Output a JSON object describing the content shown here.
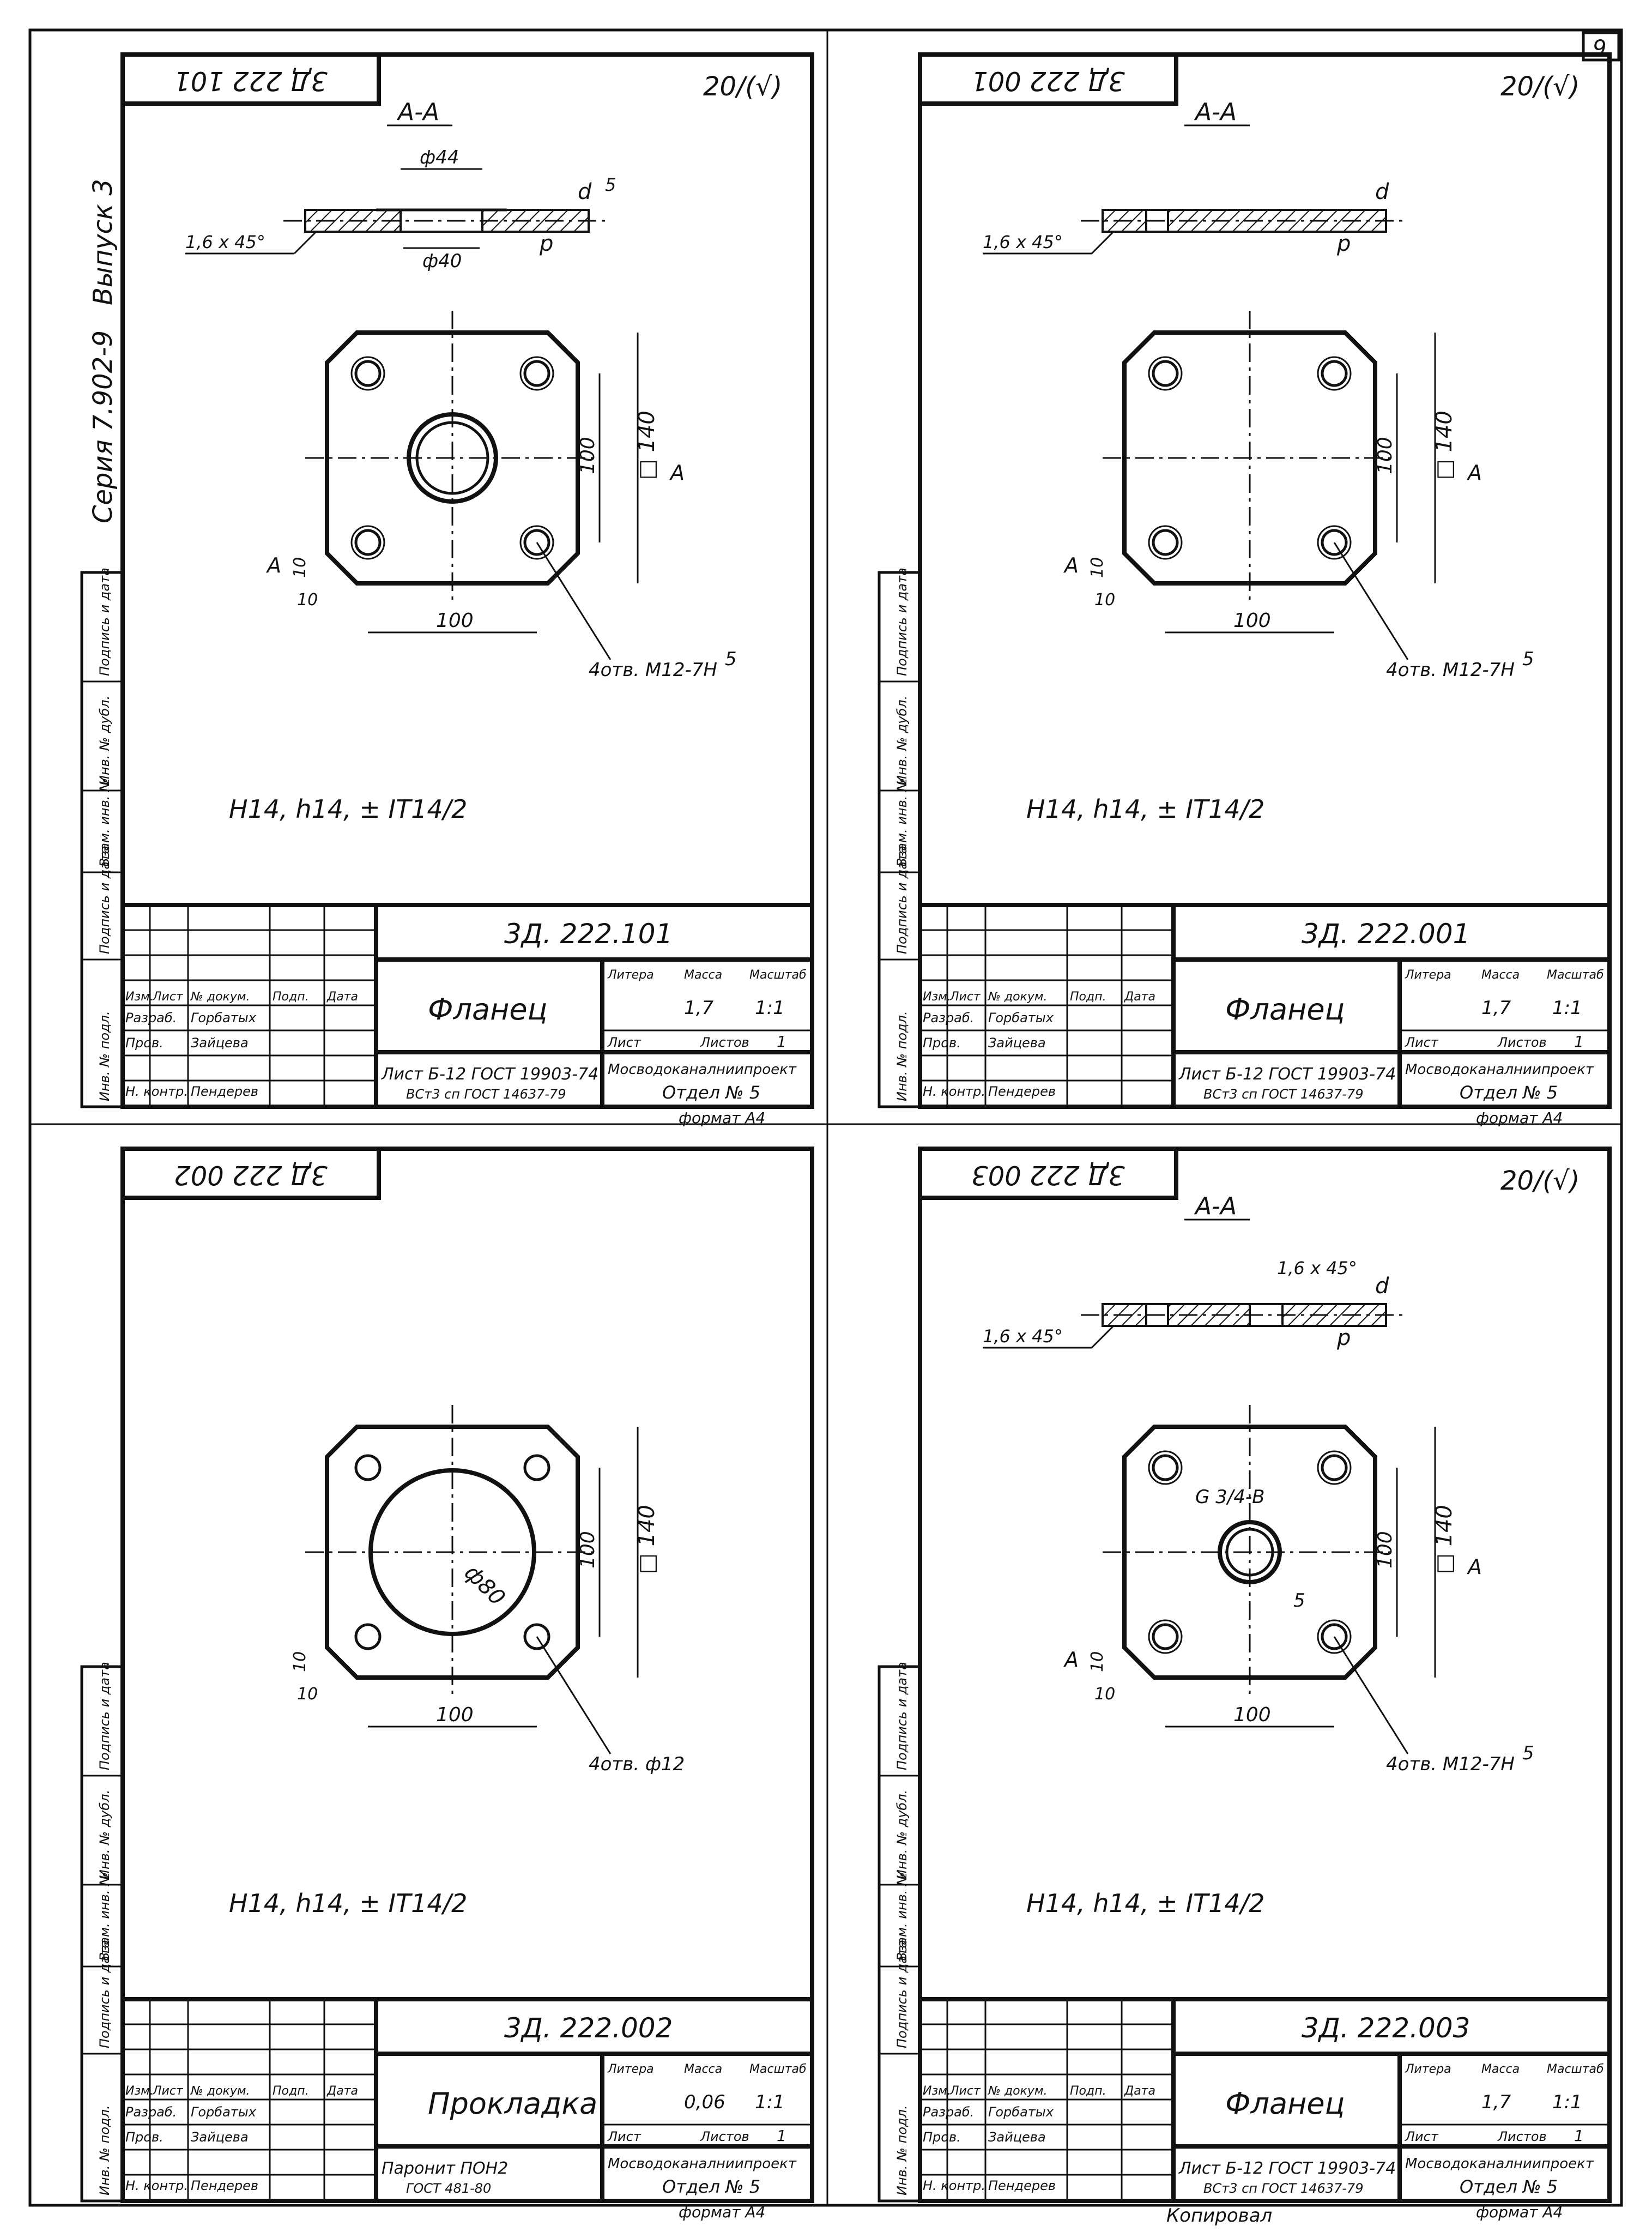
{
  "page_number": "9",
  "series_vertical": "Серия 7.902-9",
  "issue_vertical": "Выпуск 3",
  "side_stamp_labels": [
    "Инв. № подл.",
    "Подпись и дата",
    "Взам. инв. №",
    "Инв. № дубл.",
    "Подпись и дата"
  ],
  "copied_by": "Копировал",
  "sheets": [
    {
      "id": "sheet-101",
      "top_code": "3Д 222 101",
      "roughness": "20/(√)",
      "section_label": "А-А",
      "dims": {
        "diam_outer": "ф44",
        "diam_inner": "ф40",
        "chamfer": "1,6 x 45°",
        "thickness": "5",
        "side": "□ 140",
        "pitch_v": "100",
        "pitch_h": "100",
        "edge_a": "10",
        "edge_b": "10",
        "holes": "4отв. М12-7Н",
        "weld_a": "5",
        "d_mark": "d",
        "p_mark": "р",
        "section_mark": "А"
      },
      "tolerance": "Н14, h14, ± IT14/2",
      "designation": "3Д. 222.101",
      "name": "Фланец",
      "headers": {
        "litera": "Литера",
        "mass": "Масса",
        "scale": "Масштаб",
        "sheet": "Лист",
        "sheets": "Листов"
      },
      "mass": "1,7",
      "scale": "1:1",
      "sheets_count": "1",
      "roles": [
        {
          "role": "Разраб.",
          "name": "Горбатых"
        },
        {
          "role": "Пров.",
          "name": "Зайцева"
        },
        {
          "role": "Н. контр.",
          "name": "Пендерев"
        }
      ],
      "col_heads": [
        "Изм.",
        "Лист",
        "№ докум.",
        "Подп.",
        "Дата"
      ],
      "material_line1": "Лист  Б-12 ГОСТ 19903-74",
      "material_line2": "ВСт3 сп ГОСТ 14637-79",
      "org_line1": "Мосводоканалниипроект",
      "org_line2": "Отдел № 5",
      "format": "формат А4"
    },
    {
      "id": "sheet-001",
      "top_code": "3Д 222 001",
      "roughness": "20/(√)",
      "section_label": "А-А",
      "dims": {
        "chamfer": "1,6 x 45°",
        "side": "□ 140",
        "pitch_v": "100",
        "pitch_h": "100",
        "edge_a": "10",
        "edge_b": "10",
        "holes": "4отв. М12-7Н",
        "weld_a": "5",
        "d_mark": "d",
        "p_mark": "р",
        "section_mark": "А"
      },
      "tolerance": "Н14, h14, ± IT14/2",
      "designation": "3Д. 222.001",
      "name": "Фланец",
      "headers": {
        "litera": "Литера",
        "mass": "Масса",
        "scale": "Масштаб",
        "sheet": "Лист",
        "sheets": "Листов"
      },
      "mass": "1,7",
      "scale": "1:1",
      "sheets_count": "1",
      "roles": [
        {
          "role": "Разраб.",
          "name": "Горбатых"
        },
        {
          "role": "Пров.",
          "name": "Зайцева"
        },
        {
          "role": "Н. контр.",
          "name": "Пендерев"
        }
      ],
      "col_heads": [
        "Изм.",
        "Лист",
        "№ докум.",
        "Подп.",
        "Дата"
      ],
      "material_line1": "Лист  Б-12 ГОСТ 19903-74",
      "material_line2": "ВСт3 сп ГОСТ 14637-79",
      "org_line1": "Мосводоканалниипроект",
      "org_line2": "Отдел № 5",
      "format": "формат А4"
    },
    {
      "id": "sheet-002",
      "top_code": "3Д 222 002",
      "roughness": "",
      "section_label": "",
      "dims": {
        "side": "□ 140",
        "pitch_v": "100",
        "pitch_h": "100",
        "edge_a": "10",
        "edge_b": "10",
        "holes": "4отв. ф12",
        "diam_big": "ф80"
      },
      "tolerance": "Н14, h14, ± IT14/2",
      "designation": "3Д. 222.002",
      "name": "Прокладка",
      "headers": {
        "litera": "Литера",
        "mass": "Масса",
        "scale": "Масштаб",
        "sheet": "Лист",
        "sheets": "Листов"
      },
      "mass": "0,06",
      "scale": "1:1",
      "sheets_count": "1",
      "roles": [
        {
          "role": "Разраб.",
          "name": "Горбатых"
        },
        {
          "role": "Пров.",
          "name": "Зайцева"
        },
        {
          "role": "Н. контр.",
          "name": "Пендерев"
        }
      ],
      "col_heads": [
        "Изм.",
        "Лист",
        "№ докум.",
        "Подп.",
        "Дата"
      ],
      "material_line1": "Паронит ПОН2",
      "material_line2": "ГОСТ 481-80",
      "org_line1": "Мосводоканалниипроект",
      "org_line2": "Отдел № 5",
      "format": "формат А4"
    },
    {
      "id": "sheet-003",
      "top_code": "3Д 222 003",
      "roughness": "20/(√)",
      "section_label": "А-А",
      "dims": {
        "chamfer": "1,6 x 45°",
        "chamfer2": "1,6 x 45°",
        "side": "□ 140",
        "pitch_v": "100",
        "pitch_h": "100",
        "edge_a": "10",
        "edge_b": "10",
        "holes": "4отв. М12-7Н",
        "thread": "G 3/4-В",
        "weld_a": "5",
        "weld_b": "5",
        "d_mark": "d",
        "p_mark": "р",
        "section_mark": "А"
      },
      "tolerance": "Н14, h14, ± IT14/2",
      "designation": "3Д. 222.003",
      "name": "Фланец",
      "headers": {
        "litera": "Литера",
        "mass": "Масса",
        "scale": "Масштаб",
        "sheet": "Лист",
        "sheets": "Листов"
      },
      "mass": "1,7",
      "scale": "1:1",
      "sheets_count": "1",
      "roles": [
        {
          "role": "Разраб.",
          "name": "Горбатых"
        },
        {
          "role": "Пров.",
          "name": "Зайцева"
        },
        {
          "role": "Н. контр.",
          "name": "Пендерев"
        }
      ],
      "col_heads": [
        "Изм.",
        "Лист",
        "№ докум.",
        "Подп.",
        "Дата"
      ],
      "material_line1": "Лист  Б-12 ГОСТ 19903-74",
      "material_line2": "ВСт3 сп ГОСТ 14637-79",
      "org_line1": "Мосводоканалниипроект",
      "org_line2": "Отдел № 5",
      "format": "формат А4"
    }
  ]
}
